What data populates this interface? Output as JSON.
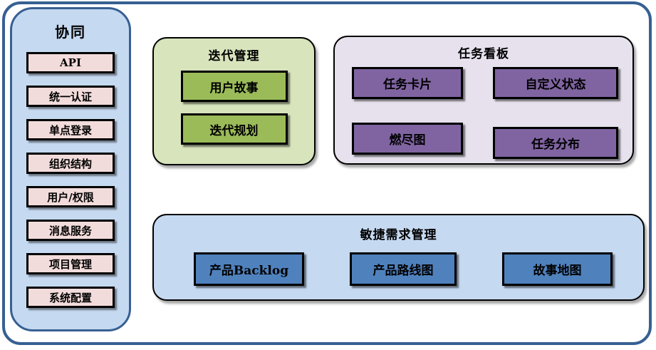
{
  "sidebar": {
    "title": "协同",
    "items": [
      "API",
      "统一认证",
      "单点登录",
      "组织结构",
      "用户/权限",
      "消息服务",
      "项目管理",
      "系统配置"
    ]
  },
  "iteration": {
    "title": "迭代管理",
    "items": [
      "用户故事",
      "迭代规划"
    ]
  },
  "kanban": {
    "title": "任务看板",
    "items": [
      "任务卡片",
      "自定义状态",
      "燃尽图",
      "任务分布"
    ]
  },
  "agile": {
    "title": "敏捷需求管理",
    "items": [
      "产品Backlog",
      "产品路线图",
      "故事地图"
    ]
  },
  "colors": {
    "frame_border": "#376092",
    "panel_blue_bg": "#C5D9F1",
    "sidebar_item_pink": "#F2DCDB",
    "iteration_bg": "#D8E4BC",
    "iteration_item_green": "#9BBB59",
    "kanban_bg": "#E6E1ED",
    "kanban_item_purple": "#8064A2",
    "agile_item_blue": "#4F81BD",
    "box_border": "#000000"
  }
}
